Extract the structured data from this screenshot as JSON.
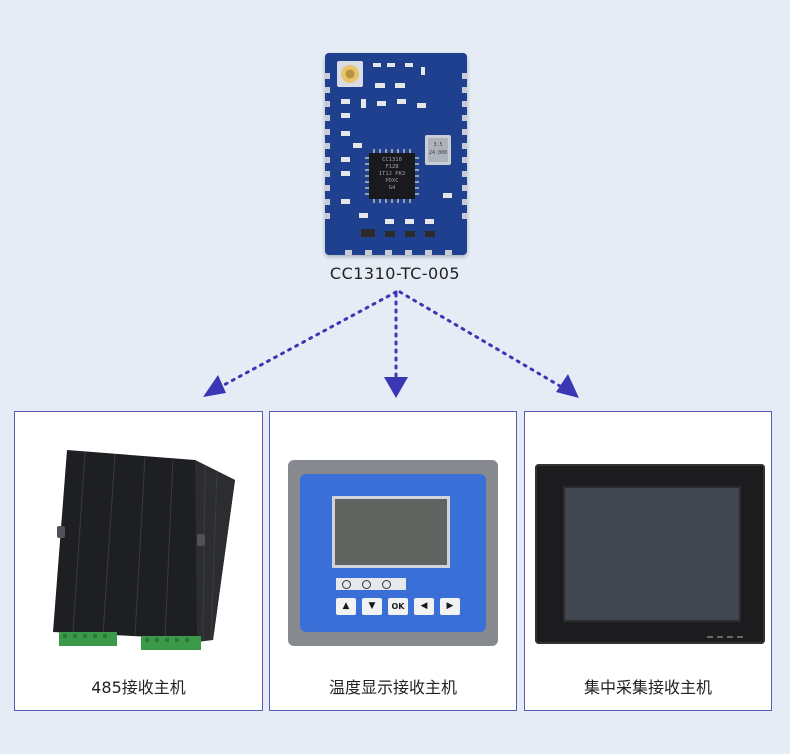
{
  "module": {
    "name": "CC1310-TC-005",
    "chip_marking": [
      "CC1310",
      "F128",
      "1T1J PK3",
      "PDXC",
      "G4"
    ],
    "crystal_marking": [
      "3.5",
      "24.000"
    ],
    "board_color": "#1f3f8f"
  },
  "connector_color": "#3b36b4",
  "receivers": [
    {
      "label": "485接收主机",
      "device": "rail-enclosure"
    },
    {
      "label": "温度显示接收主机",
      "device": "display-panel",
      "keys": [
        "▲",
        "▼",
        "OK",
        "◀",
        "▶"
      ]
    },
    {
      "label": "集中采集接收主机",
      "device": "touch-monitor"
    }
  ]
}
